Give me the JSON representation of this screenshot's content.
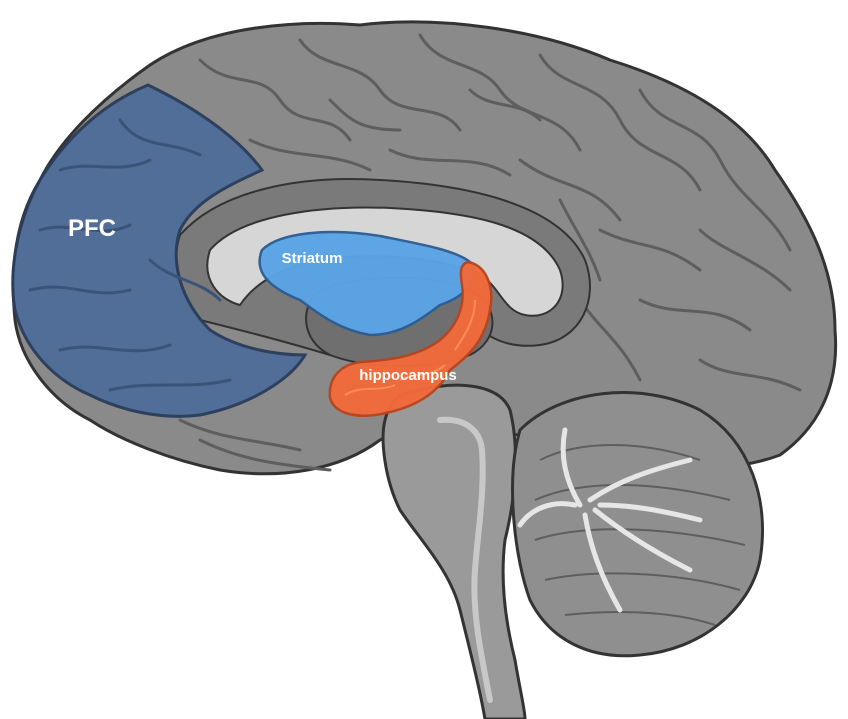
{
  "labels": {
    "pfc": "PFC",
    "striatum": "Striatum",
    "hippocampus": "hippocampus"
  },
  "colors": {
    "cortex": "#8a8a8a",
    "cortex_dark": "#5e5e5e",
    "outline": "#333333",
    "white_matter": "#d6d6d6",
    "pfc": "#4f6e99",
    "striatum": "#5aa4e6",
    "hippocampus": "#f26a3c",
    "brainstem": "#9a9a9a",
    "cerebellum": "#8f8f8f",
    "arbor": "#e6e6e6"
  }
}
